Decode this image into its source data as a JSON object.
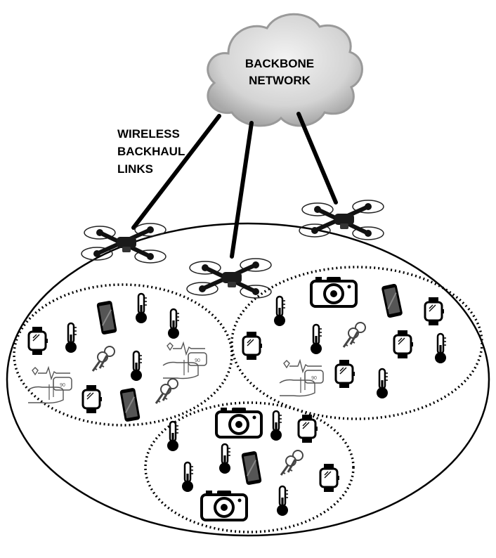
{
  "labels": {
    "backbone_line1": "BACKBONE",
    "backbone_line2": "NETWORK",
    "links_line1": "WIRELESS",
    "links_line2": "BACKHAUL",
    "links_line3": "LINKS"
  },
  "devices": {
    "thermometer_icon": "thermometer-icon",
    "camera_icon": "camera-icon",
    "smartwatch_icon": "smartwatch-icon",
    "smartphone_icon": "smartphone-icon",
    "keys_icon": "keys-icon",
    "health_monitor_icon": "health-monitor-icon",
    "health_monitor_reading": "90"
  },
  "colors": {
    "cloud_fill": "#d9d9d9",
    "cloud_edge": "#9a9a9a",
    "ink": "#000000"
  }
}
